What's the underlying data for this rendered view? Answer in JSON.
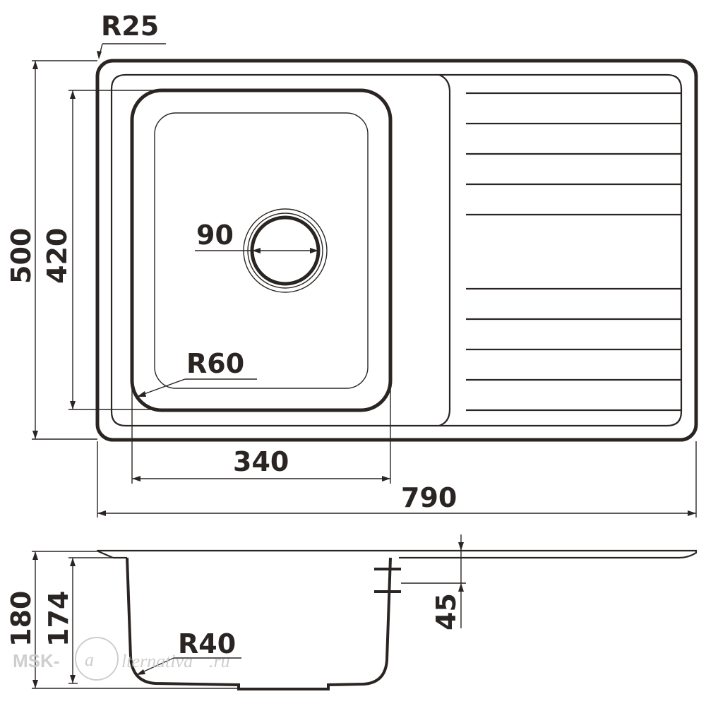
{
  "drawing": {
    "top_view": {
      "corner_radius_label": "R25",
      "overall_depth_label": "500",
      "bowl_depth_label": "420",
      "drain_diameter_label": "90",
      "bowl_corner_radius_label": "R60",
      "bowl_width_label": "340",
      "overall_width_label": "790",
      "drainboard_ribs": 10
    },
    "side_view": {
      "overall_height_label": "180",
      "bowl_height_label": "174",
      "overflow_offset_label": "45",
      "bottom_radius_label": "R40"
    }
  },
  "watermark": {
    "prefix": "MSK-",
    "script": "lternativa",
    "suffix": ".ru"
  },
  "colors": {
    "line": "#2a2523",
    "watermark": "#c9c9c9",
    "background": "#ffffff"
  }
}
